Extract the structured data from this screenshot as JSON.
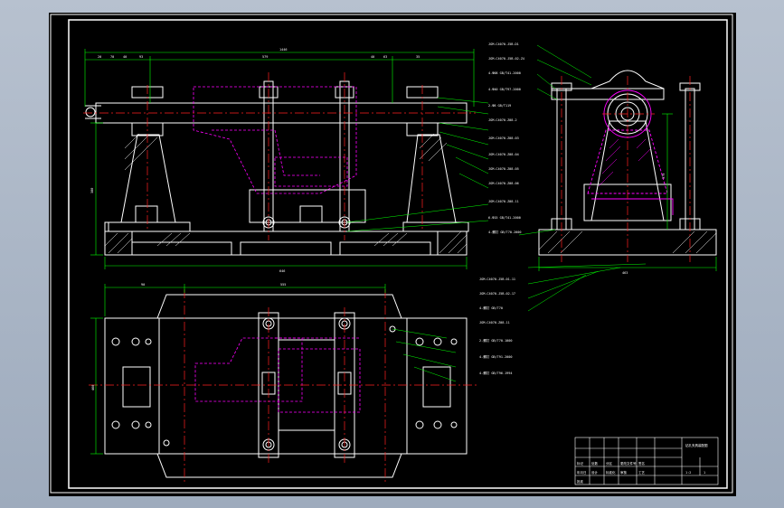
{
  "colors": {
    "background": "#000000",
    "border": "#ffffff",
    "outline": "#ffffff",
    "dimension": "#00ff00",
    "centerline": "#ff2020",
    "hidden": "#ff00ff",
    "leader": "#00ff00",
    "text": "#ffffff"
  },
  "front_view": {
    "dim_overall": "1446",
    "dim_span": "579",
    "dim_height": "380",
    "dim_base": "646",
    "dims_top_left": [
      "20",
      "70",
      "40",
      "93"
    ],
    "dims_top_right": [
      "40",
      "63",
      "35"
    ]
  },
  "side_view": {
    "dim_base": "463",
    "dim_height": "379"
  },
  "top_view": {
    "dim_left": "90",
    "dim_span": "555",
    "dim_width": "460"
  },
  "callouts": {
    "items": [
      "JGM-C4070-J5B-D1",
      "JGM-C4070-J5B-02-Z4",
      "4-Ф08  GB/T41-2000",
      "4-Ф40  GB/T97-2000",
      "2-Ф8  GB/T119",
      "JGM-C4070-Z08-2",
      "JGM-C4070-Z08-03",
      "JGM-C4070-Z08-04",
      "JGM-C4070-Z08-05",
      "JGM-C4070-Z08-06",
      "JGM-C4070-Z08-11"
    ],
    "lower_items": [
      "6-Ф15  GB/T41-2000",
      "4-螺钉  GB/T70-2000"
    ],
    "bottom_items": [
      "JGM-C4070-J5B-01-11",
      "JGM-C4070-J5B-02-17",
      "4-螺钉  GB/T70",
      "JGM-C4070-Z08-11",
      "2-螺钉  GB/T70-1000",
      "4-螺钉  GB/T91-2000",
      "4-螺钉  GB/T96-1994"
    ]
  },
  "title_block": {
    "drawing_name": "钻孔夹具装配图",
    "scale": "1:2",
    "sheet": "1",
    "cells": [
      "标记",
      "处数",
      "分区",
      "更改文件号",
      "签名",
      "年月日",
      "设计",
      "标准化",
      "审核",
      "工艺",
      "批准"
    ]
  }
}
